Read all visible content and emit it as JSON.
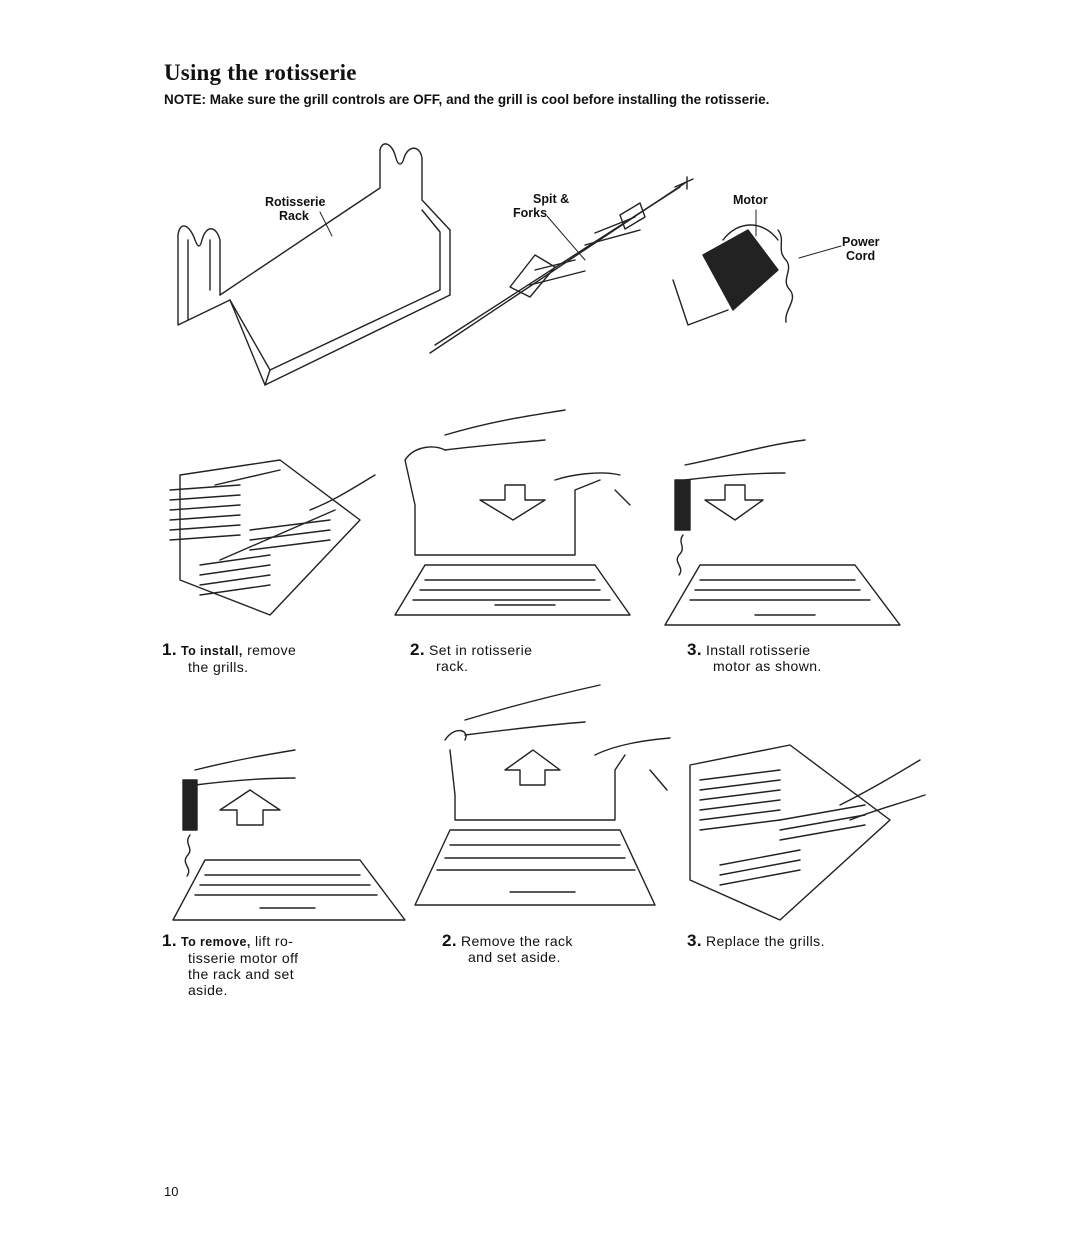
{
  "title": "Using the rotisserie",
  "note": "NOTE: Make sure the grill controls are OFF, and the grill is cool before installing the rotisserie.",
  "parts": {
    "rack_label_line1": "Rotisserie",
    "rack_label_line2": "Rack",
    "spit_label_line1": "Spit &",
    "spit_label_line2": "Forks",
    "motor_label": "Motor",
    "cord_label_line1": "Power",
    "cord_label_line2": "Cord"
  },
  "install_steps": [
    {
      "num": "1.",
      "keyword": "To install,",
      "line1": " remove",
      "line2": "the grills."
    },
    {
      "num": "2.",
      "keyword": "",
      "line1": "Set in rotisserie",
      "line2": "rack."
    },
    {
      "num": "3.",
      "keyword": "",
      "line1": "Install rotisserie",
      "line2": "motor as shown."
    }
  ],
  "remove_steps": [
    {
      "num": "1.",
      "keyword": "To remove,",
      "line1": " lift ro-",
      "line2": "tisserie motor off",
      "line3": "the rack and set",
      "line4": "aside."
    },
    {
      "num": "2.",
      "keyword": "",
      "line1": "Remove the rack",
      "line2": "and set aside."
    },
    {
      "num": "3.",
      "keyword": "",
      "line1": "Replace the grills."
    }
  ],
  "page_number": "10"
}
